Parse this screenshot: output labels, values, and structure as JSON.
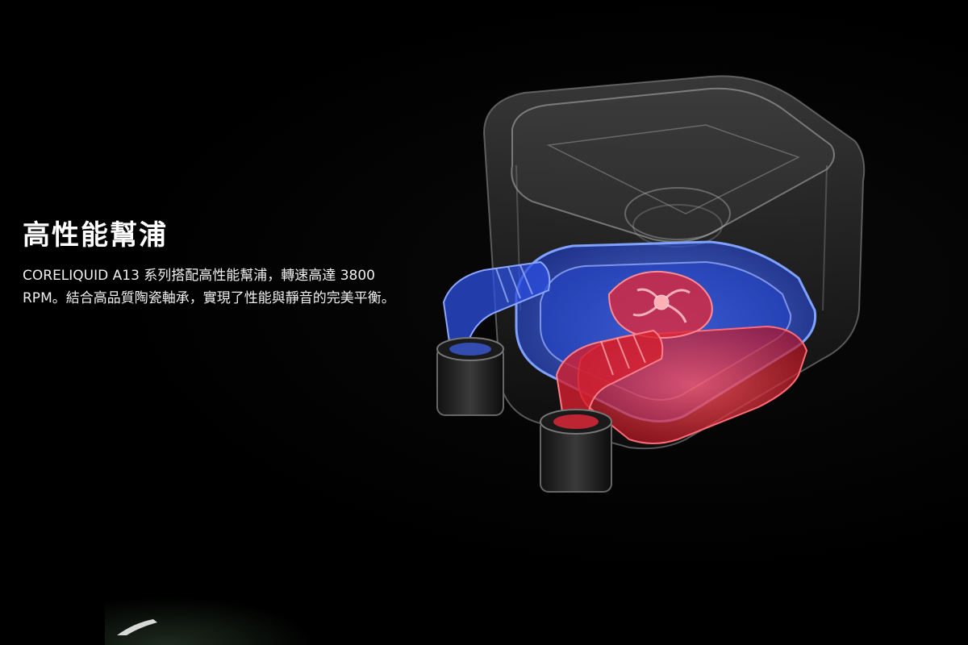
{
  "feature": {
    "title": "高性能幫浦",
    "description": "CORELIQUID A13 系列搭配高性能幫浦，轉速高達 3800 RPM。結合高品質陶瓷軸承，實現了性能與靜音的完美平衡。"
  },
  "colors": {
    "background": "#000000",
    "cold_loop": "#3a6cff",
    "hot_loop": "#ff2a3a",
    "text": "#ffffff"
  },
  "illustration": {
    "subject": "transparent-pump-block",
    "fittings": [
      "blue-inlet-fitting",
      "red-outlet-fitting"
    ]
  }
}
